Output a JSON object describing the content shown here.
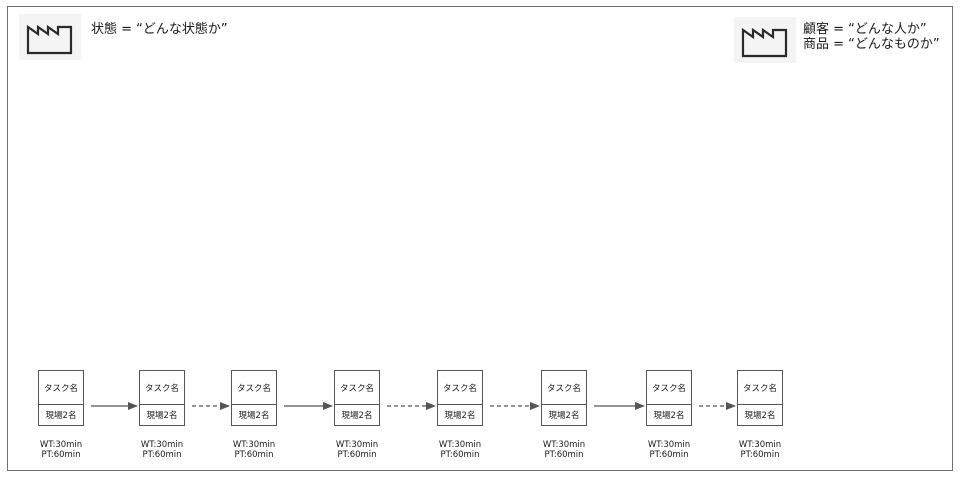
{
  "header_left": {
    "label": "状態 = “どんな状態か”",
    "icon": "factory-icon"
  },
  "header_right": {
    "icon": "factory-icon",
    "customer_label": "顧客 = “どんな人か”",
    "product_label": "商品 = “どんなものか”"
  },
  "tasks": [
    {
      "name": "タスク名",
      "staff": "現場2名",
      "wt": "WT:30min",
      "pt": "PT:60min"
    },
    {
      "name": "タスク名",
      "staff": "現場2名",
      "wt": "WT:30min",
      "pt": "PT:60min"
    },
    {
      "name": "タスク名",
      "staff": "現場2名",
      "wt": "WT:30min",
      "pt": "PT:60min"
    },
    {
      "name": "タスク名",
      "staff": "現場2名",
      "wt": "WT:30min",
      "pt": "PT:60min"
    },
    {
      "name": "タスク名",
      "staff": "現場2名",
      "wt": "WT:30min",
      "pt": "PT:60min"
    },
    {
      "name": "タスク名",
      "staff": "現場2名",
      "wt": "WT:30min",
      "pt": "PT:60min"
    },
    {
      "name": "タスク名",
      "staff": "現場2名",
      "wt": "WT:30min",
      "pt": "PT:60min"
    },
    {
      "name": "タスク名",
      "staff": "現場2名",
      "wt": "WT:30min",
      "pt": "PT:60min"
    }
  ],
  "connections": [
    {
      "from": 0,
      "to": 1,
      "style": "solid"
    },
    {
      "from": 1,
      "to": 2,
      "style": "dashed"
    },
    {
      "from": 2,
      "to": 3,
      "style": "solid"
    },
    {
      "from": 3,
      "to": 4,
      "style": "dashed"
    },
    {
      "from": 4,
      "to": 5,
      "style": "dashed"
    },
    {
      "from": 5,
      "to": 6,
      "style": "solid"
    },
    {
      "from": 6,
      "to": 7,
      "style": "dashed"
    }
  ],
  "colors": {
    "line": "#555555",
    "border": "#6f6f6f",
    "text": "#1a1a1a"
  }
}
